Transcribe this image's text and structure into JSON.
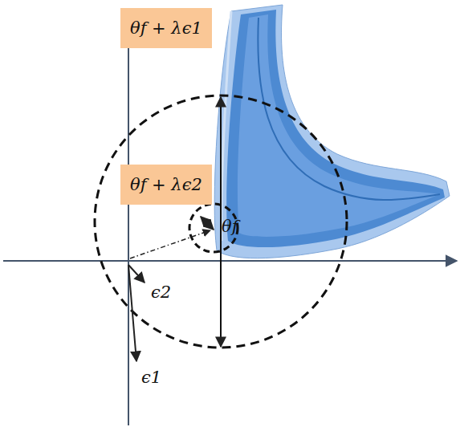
{
  "diagram": {
    "nodes": [
      {
        "text": [
          "θf + λϵ1"
        ]
      },
      {
        "text": [
          "θf + λϵ2"
        ]
      }
    ],
    "labels": [
      "θf",
      "ϵ2",
      "ϵ1"
    ]
  }
}
